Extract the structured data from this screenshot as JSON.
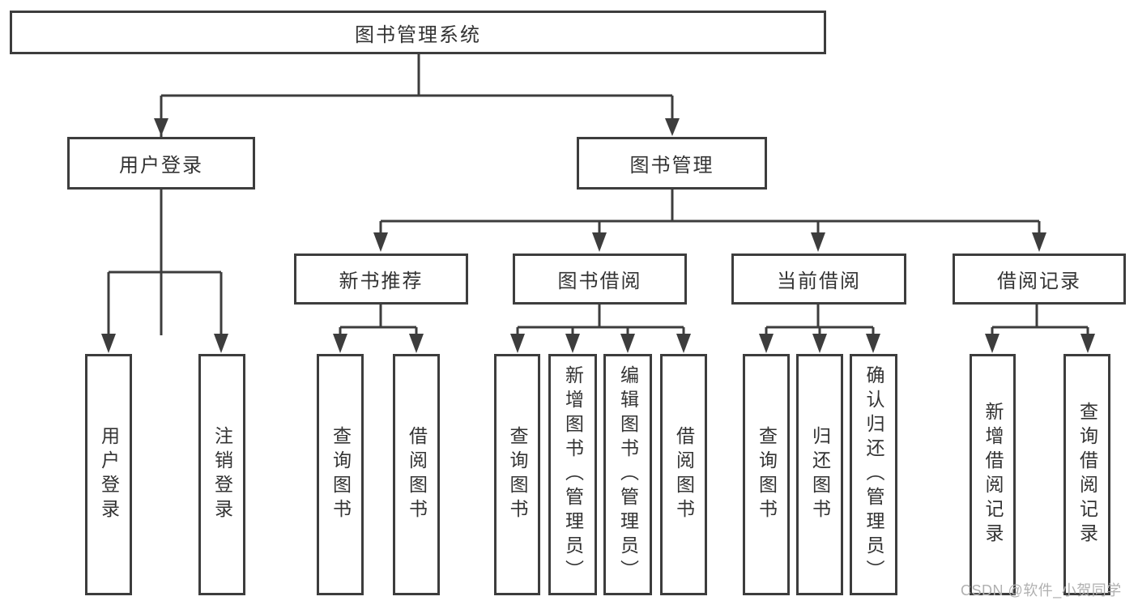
{
  "colors": {
    "line": "#3d3d3d",
    "text": "#333333",
    "watermark": "#b0b0b0",
    "background": "#ffffff"
  },
  "tree": {
    "root": {
      "label": "图书管理系统"
    },
    "branches": [
      {
        "label": "用户登录",
        "children": [
          {
            "label": "用户登录"
          },
          {
            "label": "注销登录"
          }
        ]
      },
      {
        "label": "图书管理",
        "children": [
          {
            "label": "新书推荐",
            "children": [
              {
                "label": "查询图书"
              },
              {
                "label": "借阅图书"
              }
            ]
          },
          {
            "label": "图书借阅",
            "children": [
              {
                "label": "查询图书"
              },
              {
                "label": "新增图书（管理员）"
              },
              {
                "label": "编辑图书（管理员）"
              },
              {
                "label": "借阅图书"
              }
            ]
          },
          {
            "label": "当前借阅",
            "children": [
              {
                "label": "查询图书"
              },
              {
                "label": "归还图书"
              },
              {
                "label": "确认归还（管理员）"
              }
            ]
          },
          {
            "label": "借阅记录",
            "children": [
              {
                "label": "新增借阅记录"
              },
              {
                "label": "查询借阅记录"
              }
            ]
          }
        ]
      }
    ]
  },
  "watermark": {
    "text": "CSDN @软件_小贺同学"
  }
}
